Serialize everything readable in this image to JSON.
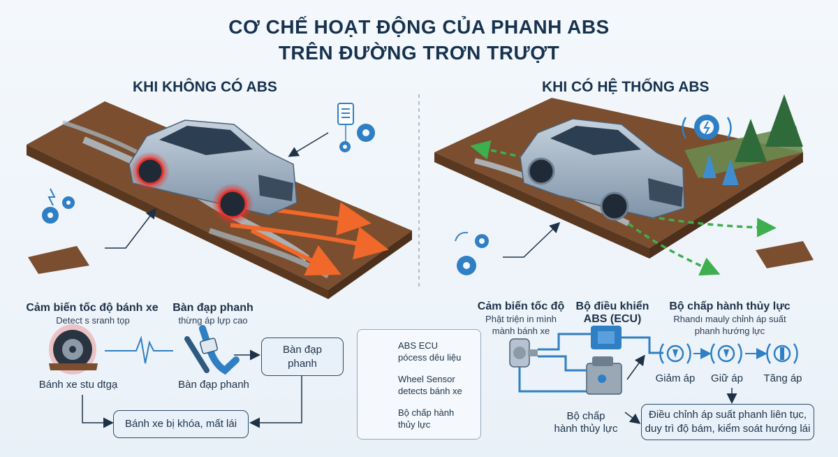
{
  "title": {
    "line1": "CƠ CHẾ HOẠT ĐỘNG CỦA PHANH ABS",
    "line2": "TRÊN ĐƯỜNG TRƠN TRƯỢT"
  },
  "left": {
    "heading": "KHI KHÔNG CÓ ABS",
    "sensor_title": "Cảm biến tốc độ bánh xe",
    "sensor_sub": "Detect s sranh tọp",
    "pedal_title": "Bàn đạp phanh",
    "pedal_sub": "thừng áp lựp cao",
    "wheel_caption": "Bánh xe stu dtgạ",
    "pedal_caption": "Bàn đạp phanh",
    "box_pedal": "Bàn đạp phanh",
    "box_result": "Bánh xe bị khóa, mất lái"
  },
  "legend": {
    "items": [
      {
        "icon": "ecu-chip-icon",
        "text1": "ABS ECU",
        "text2": "pócess dêu liệu"
      },
      {
        "icon": "gear-icon",
        "text1": "Wheel Sensor",
        "text2": "detects bánh xe"
      },
      {
        "icon": "hydraulic-unit-icon",
        "text1": "Bộ chấp hành",
        "text2": "thủy lực"
      }
    ]
  },
  "right": {
    "heading": "KHI CÓ HỆ THỐNG ABS",
    "sensor_title": "Cảm biến tốc độ",
    "sensor_sub1": "Phật triện in mình",
    "sensor_sub2": "mành bánh xe",
    "ecu_title1": "Bộ điều khiển",
    "ecu_title2": "ABS (ECU)",
    "actuator_title": "Bộ chấp hành thủy lực",
    "actuator_sub1": "Rhandı mauly chỉnh áp suất",
    "actuator_sub2": "phanh hướng lực",
    "stage_decrease": "Giảm áp",
    "stage_hold": "Giữ áp",
    "stage_increase": "Tăng áp",
    "unit_caption1": "Bộ chấp",
    "unit_caption2": "hành thủy lực",
    "result_line1": "Điều chỉnh áp suất phanh liên tục,",
    "result_line2": "duy trì độ bám, kiểm soát hướng lái"
  },
  "colors": {
    "title": "#17324f",
    "accent_blue": "#2f7fc4",
    "skid_orange": "#f0682a",
    "abs_green": "#3fae4f",
    "mud": "#7a4e2e",
    "brake_glow": "#e8322a"
  }
}
